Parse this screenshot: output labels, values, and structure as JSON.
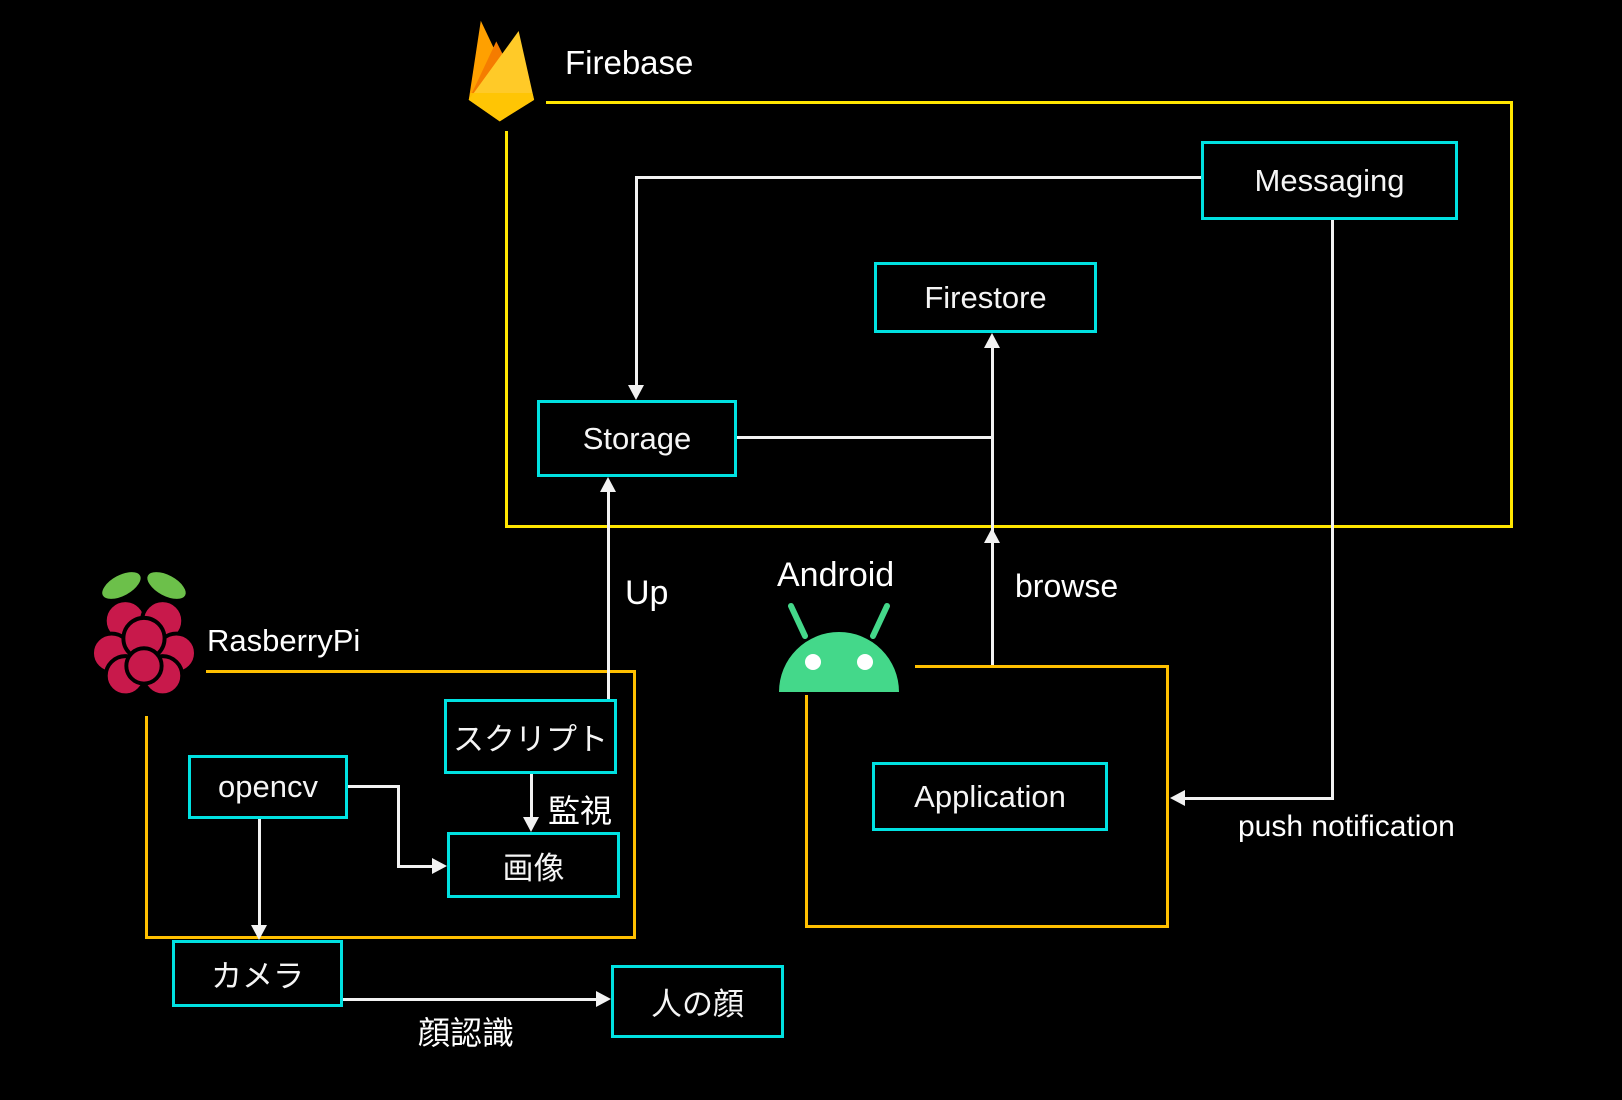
{
  "diagram": {
    "groups": {
      "firebase": {
        "label": "Firebase",
        "icon": "firebase-flame-icon",
        "border_color": "#ffe600",
        "nodes": {
          "messaging": "Messaging",
          "firestore": "Firestore",
          "storage": "Storage"
        }
      },
      "raspberrypi": {
        "label": "RasberryPi",
        "icon": "raspberry-pi-icon",
        "border_color": "#ffc000",
        "nodes": {
          "script": "スクリプト",
          "opencv": "opencv",
          "image": "画像",
          "camera": "カメラ"
        }
      },
      "android": {
        "label": "Android",
        "icon": "android-robot-icon",
        "border_color": "#ffc000",
        "nodes": {
          "application": "Application"
        }
      }
    },
    "nodes": {
      "face": "人の顔"
    },
    "edge_labels": {
      "up": "Up",
      "browse": "browse",
      "push_notification": "push notification",
      "monitor": "監視",
      "face_recognition": "顔認識"
    },
    "colors": {
      "background": "#000000",
      "node_border": "#00e1e1",
      "connector": "#f2f2f2",
      "text": "#ffffff"
    }
  }
}
